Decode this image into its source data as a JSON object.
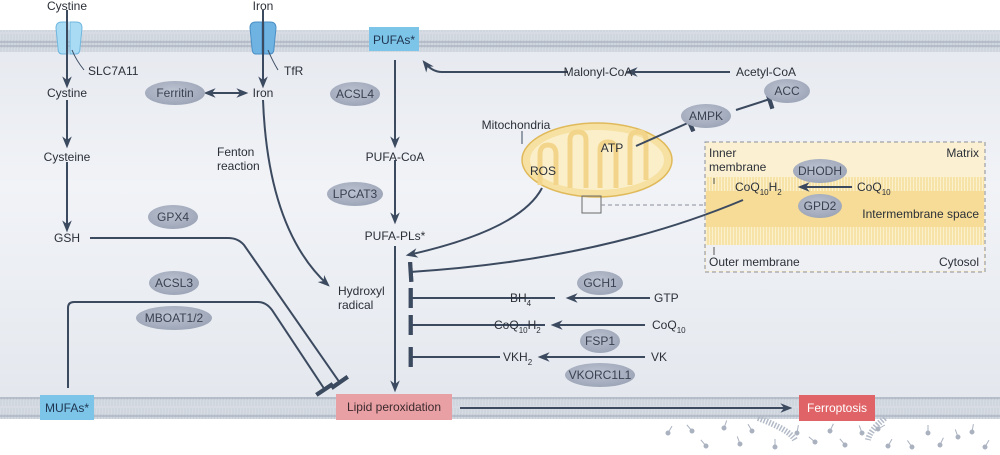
{
  "title": "Ferroptosis pathway diagram",
  "colors": {
    "arrow": "#3c4a60",
    "enzyme_fill": "#a9b1c2",
    "membrane": "#b8c0cc",
    "cytosol": "#e9ecf1",
    "blue_box": "#7cc4e8",
    "red_box": "#e8a0a4",
    "ferroptosis_box": "#e06467",
    "mito_fill": "#f6e1a3",
    "mito_stroke": "#e0b95a"
  },
  "outside": {
    "cystine": "Cystine",
    "iron": "Iron"
  },
  "transporters": {
    "slc7a11": "SLC7A11",
    "tfr": "TfR"
  },
  "membrane_boxes": {
    "pufas": "PUFAs*",
    "mufas": "MUFAs*",
    "lipid_peroxidation": "Lipid peroxidation",
    "ferroptosis": "Ferroptosis"
  },
  "metabolites": {
    "cystine_in": "Cystine",
    "cysteine": "Cysteine",
    "gsh": "GSH",
    "iron_in": "Iron",
    "fenton": [
      "Fenton",
      "reaction"
    ],
    "hydroxyl": [
      "Hydroxyl",
      "radical"
    ],
    "pufa_coa": "PUFA-CoA",
    "pufa_pls": "PUFA-PLs*",
    "malonyl_coa": "Malonyl-CoA",
    "acetyl_coa": "Acetyl-CoA",
    "mitochondria": "Mitochondria",
    "ros": "ROS",
    "atp": "ATP",
    "bh4": {
      "base": "BH",
      "sub": "4"
    },
    "gtp": "GTP",
    "coq10h2": {
      "base": "CoQ",
      "sub1": "10",
      "mid": "H",
      "sub2": "2"
    },
    "coq10": {
      "base": "CoQ",
      "sub": "10"
    },
    "vkh2": {
      "base": "VKH",
      "sub": "2"
    },
    "vk": "VK"
  },
  "enzymes": {
    "ferritin": "Ferritin",
    "acsl4": "ACSL4",
    "lpcat3": "LPCAT3",
    "gpx4": "GPX4",
    "acsl3": "ACSL3",
    "mboat": "MBOAT1/2",
    "ampk": "AMPK",
    "acc": "ACC",
    "dhodh": "DHODH",
    "gpd2": "GPD2",
    "gch1": "GCH1",
    "fsp1": "FSP1",
    "vkorc1l1": "VKORC1L1"
  },
  "inset": {
    "inner_membrane": [
      "Inner",
      "membrane"
    ],
    "matrix": "Matrix",
    "intermembrane": "Intermembrane space",
    "outer_membrane": "Outer membrane",
    "cytosol": "Cytosol"
  }
}
